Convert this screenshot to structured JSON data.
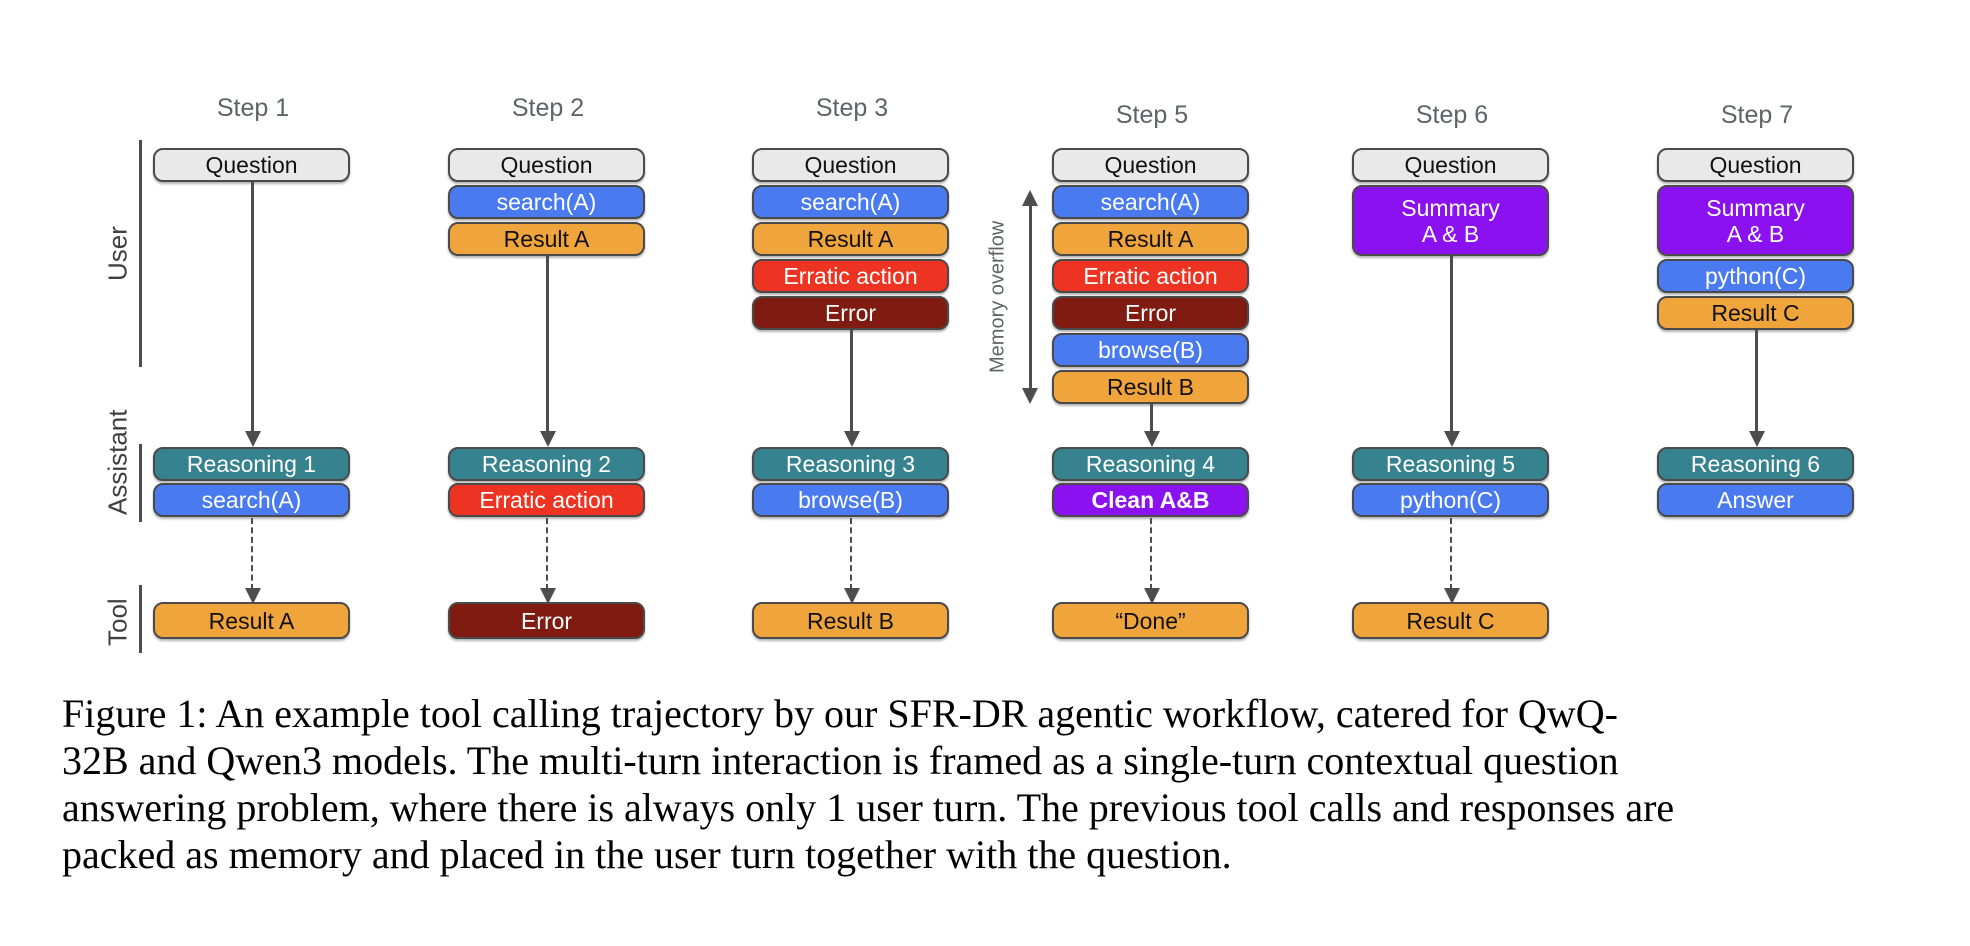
{
  "palette": {
    "question_fill": "#e9e9e9",
    "tool_call_blue": "#4a7af0",
    "result_orange": "#f0a43c",
    "erratic_red": "#ed3423",
    "error_maroon": "#801b12",
    "reasoning_teal": "#37828f",
    "summary_purple": "#8c11f0",
    "border_gray": "#4a4a4a",
    "arrow_gray": "#4d4d4d",
    "step_title_gray": "#5f6368"
  },
  "rows": {
    "user": "User",
    "assistant": "Assistant",
    "tool": "Tool"
  },
  "memory_overflow_label": "Memory overflow",
  "steps": [
    {
      "title": "Step 1",
      "user": [
        {
          "label": "Question"
        }
      ],
      "assistant": [
        {
          "label": "Reasoning 1"
        },
        {
          "label": "search(A)"
        }
      ],
      "tool": {
        "label": "Result A"
      }
    },
    {
      "title": "Step 2",
      "user": [
        {
          "label": "Question"
        },
        {
          "label": "search(A)"
        },
        {
          "label": "Result A"
        }
      ],
      "assistant": [
        {
          "label": "Reasoning 2"
        },
        {
          "label": "Erratic action"
        }
      ],
      "tool": {
        "label": "Error"
      }
    },
    {
      "title": "Step 3",
      "user": [
        {
          "label": "Question"
        },
        {
          "label": "search(A)"
        },
        {
          "label": "Result A"
        },
        {
          "label": "Erratic action"
        },
        {
          "label": "Error"
        }
      ],
      "assistant": [
        {
          "label": "Reasoning 3"
        },
        {
          "label": "browse(B)"
        }
      ],
      "tool": {
        "label": "Result B"
      }
    },
    {
      "title": "Step 5",
      "user": [
        {
          "label": "Question"
        },
        {
          "label": "search(A)"
        },
        {
          "label": "Result A"
        },
        {
          "label": "Erratic action"
        },
        {
          "label": "Error"
        },
        {
          "label": "browse(B)"
        },
        {
          "label": "Result B"
        }
      ],
      "assistant": [
        {
          "label": "Reasoning 4"
        },
        {
          "label": "Clean A&B"
        }
      ],
      "tool": {
        "label": "“Done”"
      }
    },
    {
      "title": "Step 6",
      "user": [
        {
          "label": "Question"
        },
        {
          "label": "Summary\nA & B"
        }
      ],
      "assistant": [
        {
          "label": "Reasoning 5"
        },
        {
          "label": "python(C)"
        }
      ],
      "tool": {
        "label": "Result C"
      }
    },
    {
      "title": "Step 7",
      "user": [
        {
          "label": "Question"
        },
        {
          "label": "Summary\nA & B"
        },
        {
          "label": "python(C)"
        },
        {
          "label": "Result C"
        }
      ],
      "assistant": [
        {
          "label": "Reasoning 6"
        },
        {
          "label": "Answer"
        }
      ],
      "tool": null
    }
  ],
  "caption": {
    "lines": [
      "Figure 1: An example tool calling trajectory by our SFR-DR agentic workflow, catered for QwQ-",
      "32B and Qwen3 models. The multi-turn interaction is framed as a single-turn contextual question",
      "answering problem, where there is always only 1 user turn. The previous tool calls and responses are",
      "packed as memory and placed in the user turn together with the question."
    ]
  }
}
